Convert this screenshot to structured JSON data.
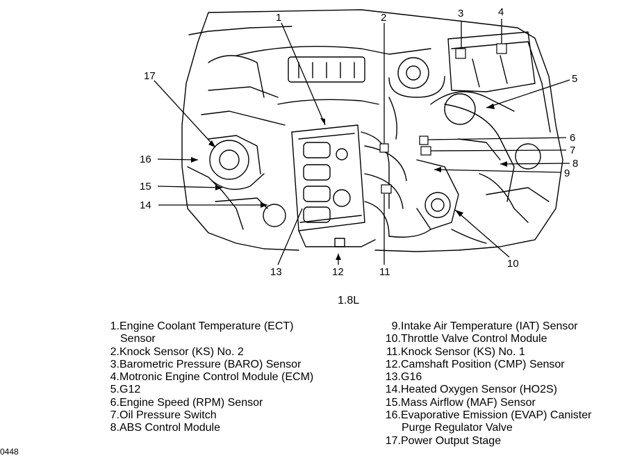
{
  "callouts": [
    "1",
    "2",
    "3",
    "4",
    "5",
    "6",
    "7",
    "8",
    "9",
    "10",
    "11",
    "12",
    "13",
    "14",
    "15",
    "16",
    "17"
  ],
  "variant_label": "1.8L",
  "legend_left": [
    {
      "num": "1.",
      "text": "Engine Coolant Temperature (ECT)",
      "cont": "Sensor"
    },
    {
      "num": "2.",
      "text": "Knock Sensor (KS) No. 2"
    },
    {
      "num": "3.",
      "text": "Barometric Pressure (BARO) Sensor"
    },
    {
      "num": "4.",
      "text": "Motronic Engine Control Module (ECM)"
    },
    {
      "num": "5.",
      "text": "G12"
    },
    {
      "num": "6.",
      "text": "Engine Speed (RPM) Sensor"
    },
    {
      "num": "7.",
      "text": "Oil Pressure Switch"
    },
    {
      "num": "8.",
      "text": "ABS Control Module"
    }
  ],
  "legend_right": [
    {
      "num": "9.",
      "text": "Intake Air Temperature (IAT) Sensor"
    },
    {
      "num": "10.",
      "text": "Throttle Valve Control Module"
    },
    {
      "num": "11.",
      "text": "Knock Sensor (KS) No. 1"
    },
    {
      "num": "12.",
      "text": "Camshaft Position (CMP) Sensor"
    },
    {
      "num": "13.",
      "text": "G16"
    },
    {
      "num": "14.",
      "text": "Heated Oxygen Sensor (HO2S)"
    },
    {
      "num": "15.",
      "text": "Mass Airflow (MAF) Sensor"
    },
    {
      "num": "16.",
      "text": "Evaporative Emission (EVAP) Canister",
      "cont": "Purge Regulator Valve"
    },
    {
      "num": "17.",
      "text": "Power Output Stage"
    }
  ],
  "figure_id": "0448"
}
